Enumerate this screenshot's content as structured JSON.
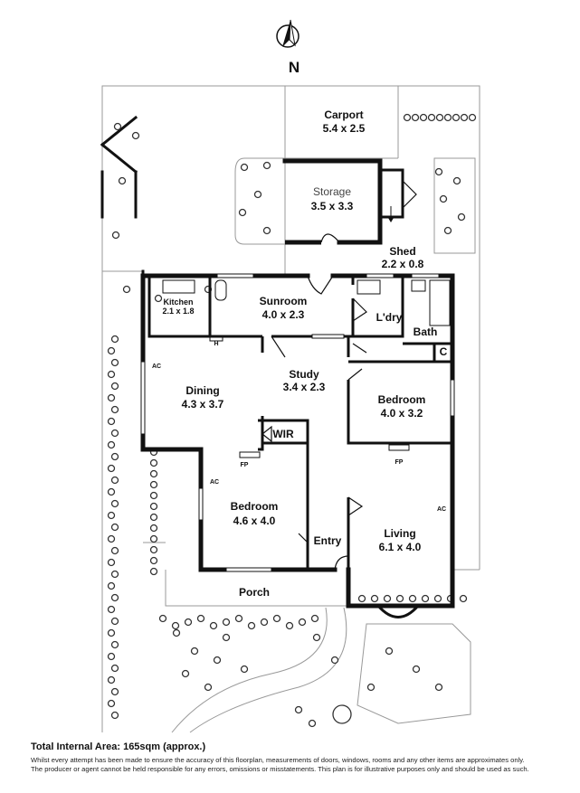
{
  "compass": {
    "label": "N"
  },
  "rooms": {
    "carport": {
      "name": "Carport",
      "size": "5.4 x 2.5"
    },
    "storage": {
      "name": "Storage",
      "size": "3.5 x 3.3"
    },
    "shed": {
      "name": "Shed",
      "size": "2.2 x 0.8"
    },
    "kitchen": {
      "name": "Kitchen",
      "size": "2.1 x 1.8"
    },
    "sunroom": {
      "name": "Sunroom",
      "size": "4.0 x 2.3"
    },
    "laundry": {
      "name": "L'dry"
    },
    "bath": {
      "name": "Bath"
    },
    "cupboard": {
      "name": "C"
    },
    "dining": {
      "name": "Dining",
      "size": "4.3 x 3.7"
    },
    "study": {
      "name": "Study",
      "size": "3.4 x 2.3"
    },
    "bedroom1": {
      "name": "Bedroom",
      "size": "4.0 x 3.2"
    },
    "wir": {
      "name": "WIR"
    },
    "bedroom2": {
      "name": "Bedroom",
      "size": "4.6 x 4.0"
    },
    "entry": {
      "name": "Entry"
    },
    "living": {
      "name": "Living",
      "size": "6.1 x 4.0"
    },
    "porch": {
      "name": "Porch"
    }
  },
  "fixtures": {
    "ac": "AC",
    "fp": "FP",
    "h": "H"
  },
  "footer": {
    "total_area": "Total Internal Area: 165sqm (approx.)",
    "disclaimer_line1": "Whilst every attempt has been made to ensure the accuracy of this floorplan, measurements of doors, windows, rooms and any other items are approximates only.",
    "disclaimer_line2": "The producer or agent cannot be held responsible for any errors, omissions or misstatements. This plan is for illustrative purposes only and should be used as such."
  }
}
